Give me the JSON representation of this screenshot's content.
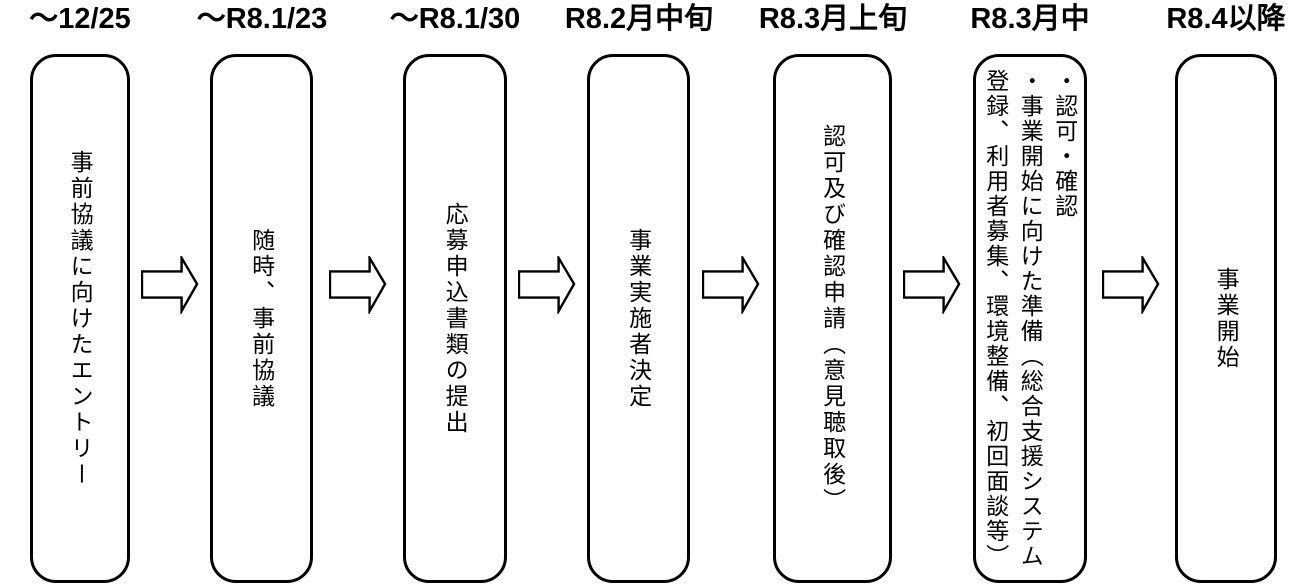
{
  "diagram": {
    "type": "process-timeline-flowchart",
    "direction": "left-to-right",
    "colors": {
      "line": "#000000",
      "fill": "#ffffff",
      "text": "#000000"
    },
    "steps": [
      {
        "label": "～12/25",
        "text": "事前協議に向けたエントリー"
      },
      {
        "label": "～R8.1/23",
        "text": "随時、事前協議"
      },
      {
        "label": "～R8.1/30",
        "text": "応募申込書類の提出"
      },
      {
        "label": "R8.2月中旬",
        "text": "事業実施者決定"
      },
      {
        "label": "R8.3月上旬",
        "text": "認可及び確認申請（意見聴取後）"
      },
      {
        "label": "R8.3月中",
        "text": "・認可・確認\n・事業開始に向けた準備（総合支援システム登録、利用者募集、環境整備、初回面談等）"
      },
      {
        "label": "R8.4以降",
        "text": "事業開始"
      }
    ],
    "connector": "right-block-arrow"
  }
}
